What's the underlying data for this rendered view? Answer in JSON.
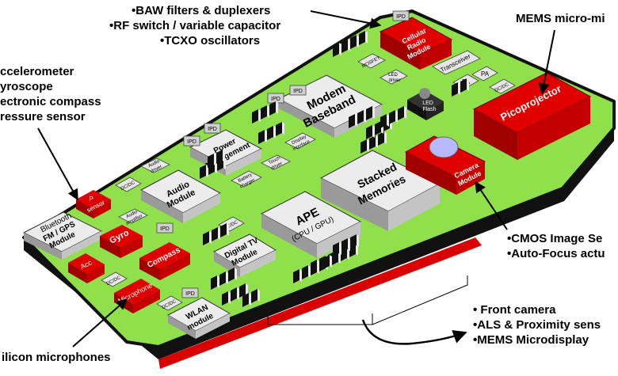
{
  "callouts": {
    "top_center": [
      "•BAW filters & duplexers",
      "•RF switch / variable capacitor",
      "•TCXO oscillators"
    ],
    "top_right": "MEMS micro-mi",
    "left_sensors": [
      "ccelerometer",
      "yroscope",
      "ectronic compass",
      "ressure sensor"
    ],
    "right_cmos": [
      "•CMOS Image Se",
      "•Auto-Focus actu"
    ],
    "bottom_right": [
      "• Front camera",
      "•ALS & Proximity sens",
      "•MEMS Microdisplay"
    ],
    "bottom_left": "ilicon microphones"
  },
  "modules": {
    "modem": [
      "Modem",
      "Baseband"
    ],
    "ape": "APE",
    "ape_sub": "(CPU / GPU)",
    "stacked": [
      "Stacked",
      "Memories"
    ],
    "power": [
      "Power",
      "Management"
    ],
    "audio_module": [
      "Audio",
      "Module"
    ],
    "bt": [
      "Bluetooth",
      "FM / GPS",
      "Module"
    ],
    "digital_tv": [
      "Digital TV",
      "Module"
    ],
    "wlan": [
      "WLAN",
      "module"
    ],
    "cellular": [
      "Cellular",
      "Radio",
      "Module"
    ],
    "picoprojector": "Picoprojector",
    "camera": [
      "Camera",
      "Module"
    ],
    "gyro": "Gyro",
    "acc": "Acc",
    "compass": "Compass",
    "p_sensor": [
      "P",
      "sensor"
    ],
    "microphone": "Microphone",
    "led_flash": [
      "LED",
      "Flash"
    ],
    "transceiver": "Transceiver",
    "pa": "PA",
    "dcdc": "DC/DC",
    "mosfet": "MOSFET",
    "led_driver": [
      "LED",
      "driver"
    ],
    "display_interface": [
      "Display",
      "Interface"
    ],
    "touch_driver": [
      "Touch",
      "driver"
    ],
    "battery_charger": [
      "Battery",
      "charger"
    ],
    "audio_driver": [
      "Audio",
      "driver"
    ],
    "audio_amplifier": [
      "Audio",
      "amplifier"
    ],
    "ipd": "IPD"
  },
  "colors": {
    "board": "#8fe04a",
    "board_edge": "#111111",
    "red": "#d80000",
    "gray": "#d9d9d9"
  }
}
